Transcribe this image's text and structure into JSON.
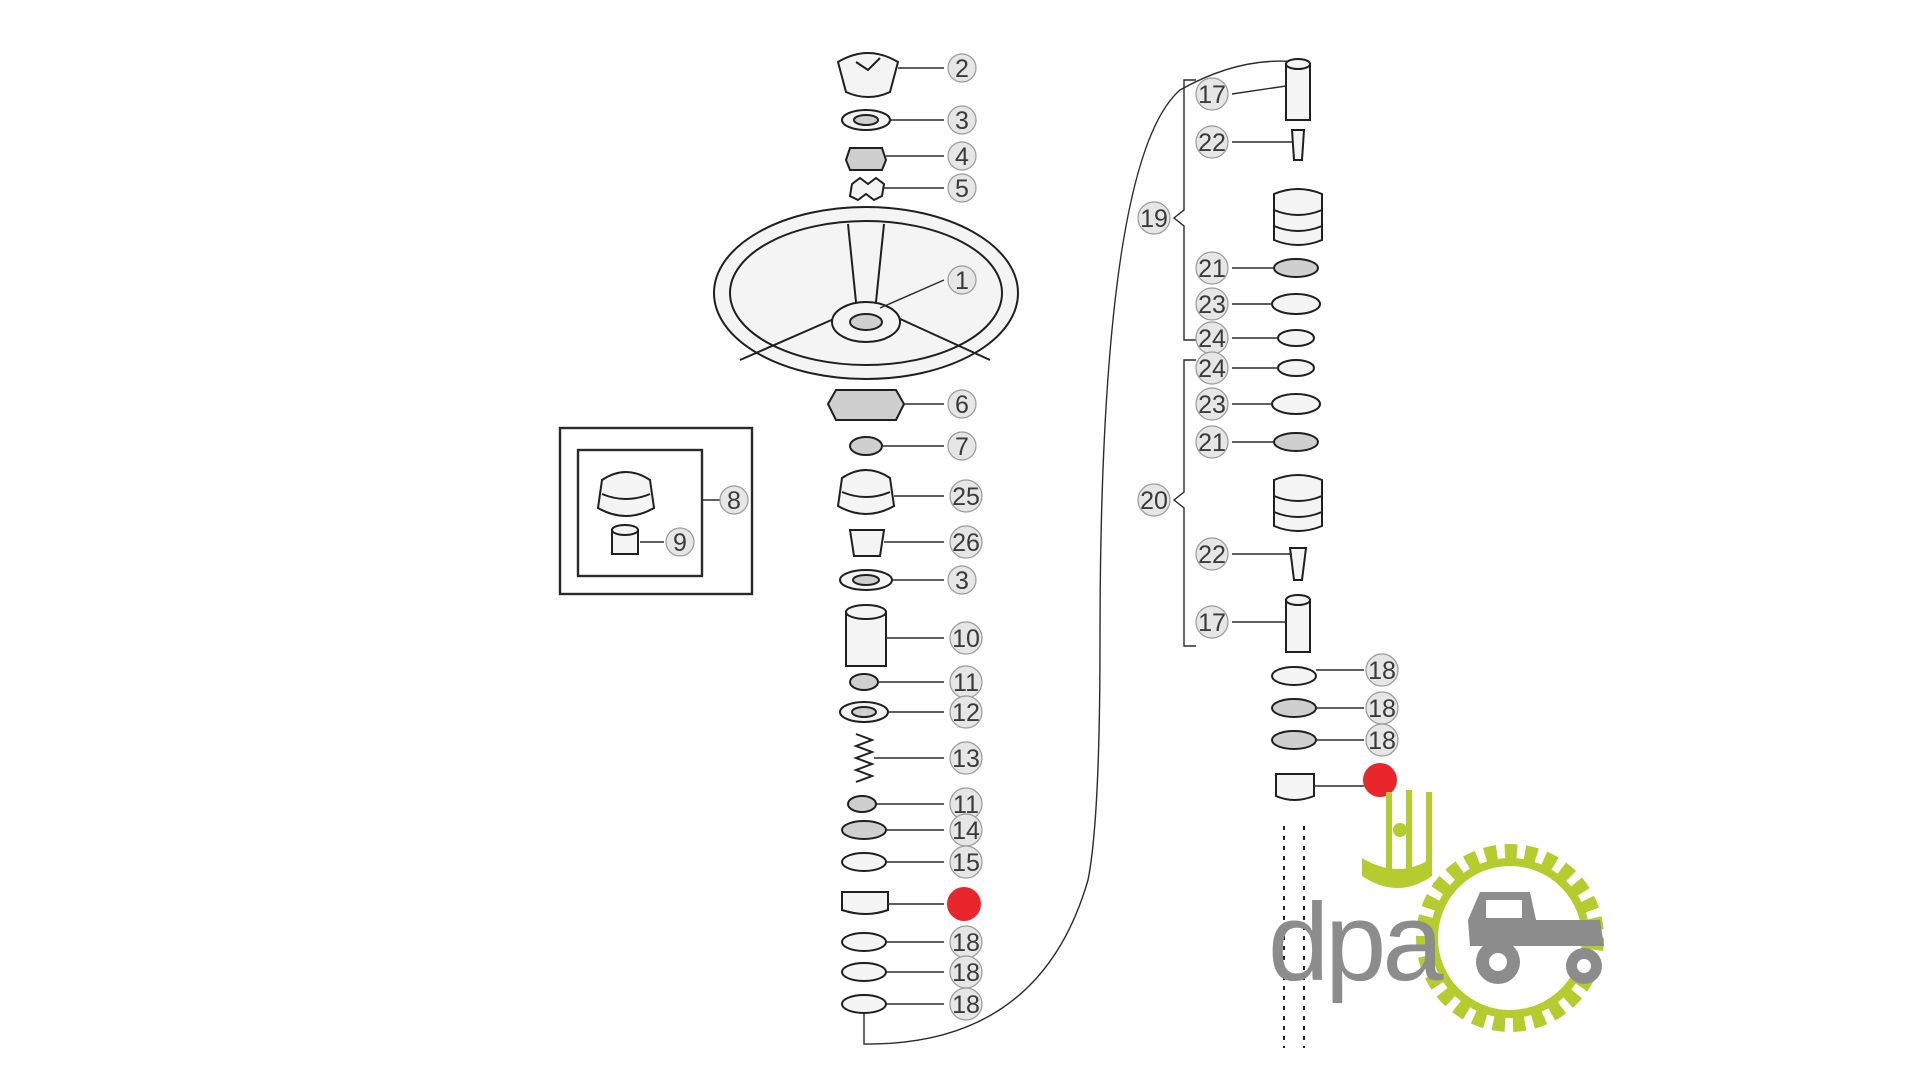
{
  "callouts": {
    "c1": "1",
    "c2": "2",
    "c3a": "3",
    "c4": "4",
    "c5": "5",
    "c6": "6",
    "c7": "7",
    "c8": "8",
    "c9": "9",
    "c25": "25",
    "c26": "26",
    "c3b": "3",
    "c10": "10",
    "c11a": "11",
    "c12": "12",
    "c13": "13",
    "c11b": "11",
    "c14": "14",
    "c15": "15",
    "c18a": "18",
    "c18b": "18",
    "c18c": "18",
    "r17a": "17",
    "r22a": "22",
    "r19": "19",
    "r21a": "21",
    "r23a": "23",
    "r24a": "24",
    "r24b": "24",
    "r23b": "23",
    "r21b": "21",
    "r20": "20",
    "r22b": "22",
    "r17b": "17",
    "r18a": "18",
    "r18b": "18",
    "r18c": "18"
  },
  "highlight_color": "#e8262b",
  "logo": {
    "text": "dpa",
    "text_color": "#8c8c8c",
    "accent_color": "#b5cc2e",
    "icon": "tractor-gear-icon"
  }
}
